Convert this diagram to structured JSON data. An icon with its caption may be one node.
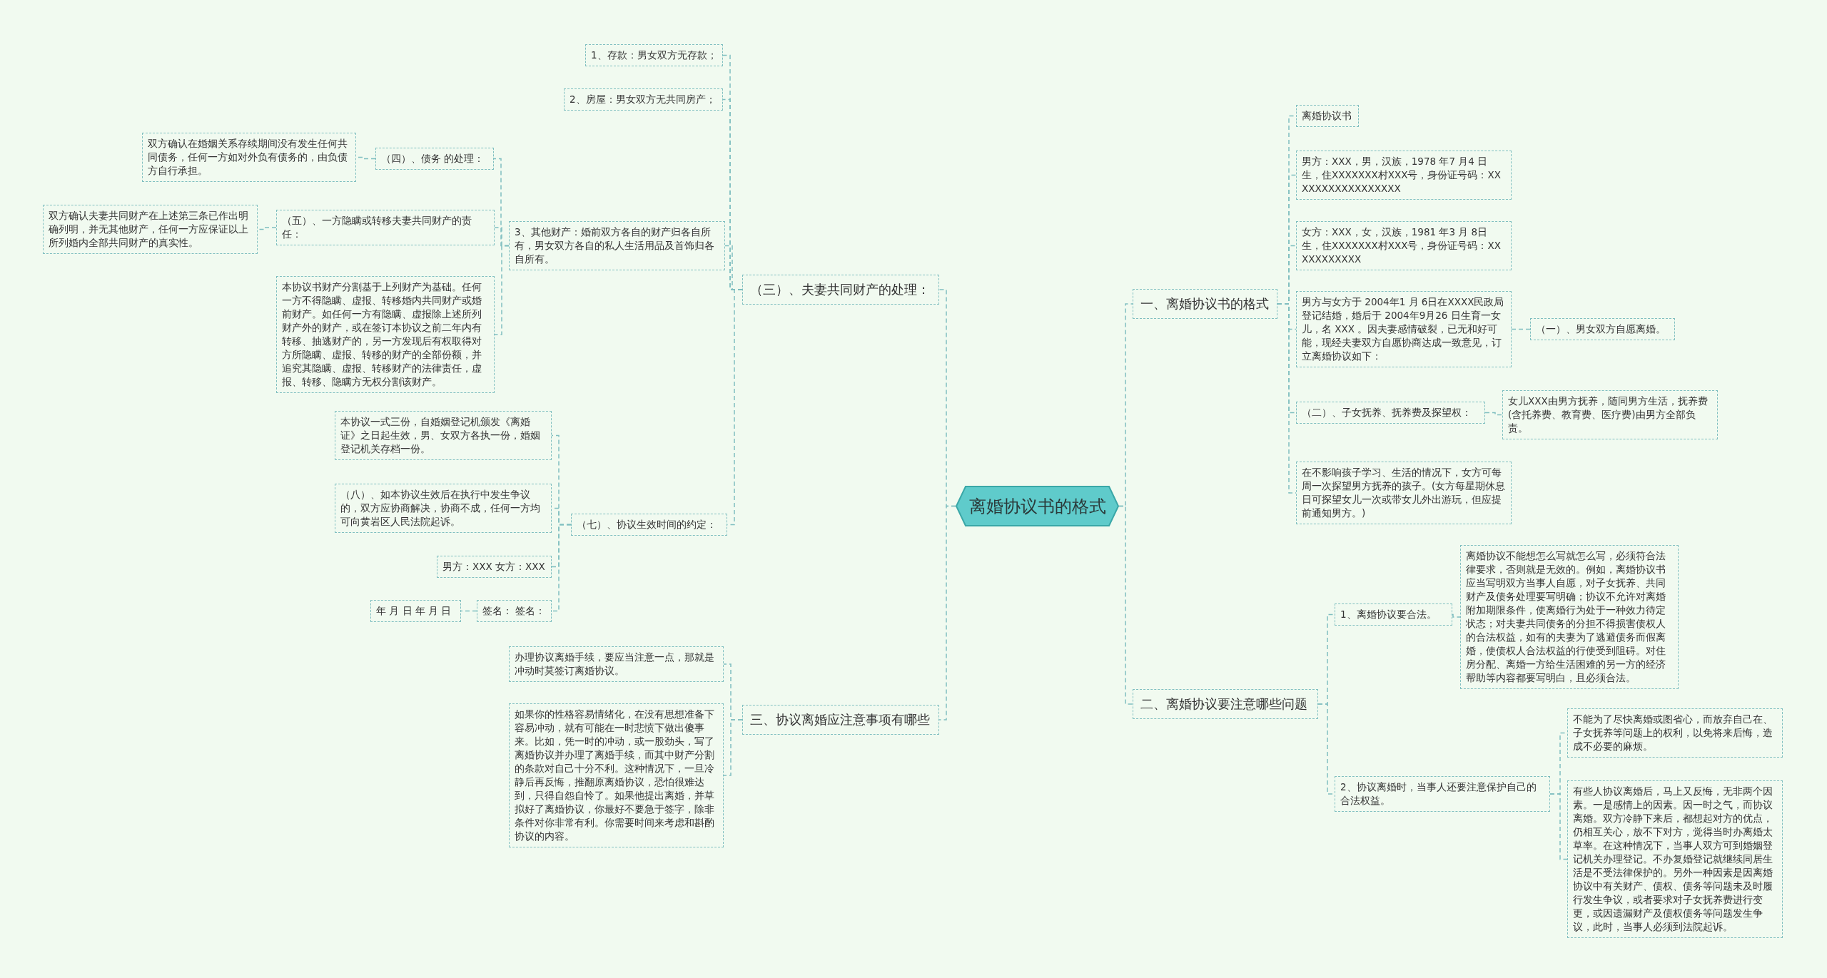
{
  "diagram": {
    "nodes": [
      {
        "text": [
          "离婚协议书的格式"
        ]
      },
      {
        "text": [
          "（三）、夫妻共同财产的处理："
        ]
      },
      {
        "text": [
          "1、存款：男女双方无存款；"
        ]
      },
      {
        "text": [
          "2、房屋：男女双方无共同房产；"
        ]
      },
      {
        "text": [
          "3、其他财产：婚前双方各自的财产归各自所有，男女双方各自的私人生活用品及首饰归各自所有。"
        ]
      },
      {
        "text": [
          "（四）、债务 的处理："
        ]
      },
      {
        "text": [
          "双方确认在婚姻关系存续期间没有发生任何共同债务，任何一方如对外负有债务的，由负债方自行承担。"
        ]
      },
      {
        "text": [
          "（五）、一方隐瞒或转移夫妻共同财产的责任："
        ]
      },
      {
        "text": [
          "双方确认夫妻共同财产在上述第三条已作出明确列明，并无其他财产，任何一方应保证以上所列婚内全部共同财产的真实性。"
        ]
      },
      {
        "text": [
          "本协议书财产分割基于上列财产为基础。任何一方不得隐瞒、虚报、转移婚内共同财产或婚前财产。如任何一方有隐瞒、虚报除上述所列财产外的财产，或在签订本协议之前二年内有转移、抽逃财产的，另一方发现后有权取得对方所隐瞒、虚报、转移的财产的全部份额，并追究其隐瞒、虚报、转移财产的法律责任，虚报、转移、隐瞒方无权分割该财产。"
        ]
      },
      {
        "text": [
          "（七）、协议生效时间的约定："
        ]
      },
      {
        "text": [
          "本协议一式三份，自婚姻登记机颁发《离婚证》之日起生效，男、女双方各执一份，婚姻登记机关存档一份。"
        ]
      },
      {
        "text": [
          "（八）、如本协议生效后在执行中发生争议的，双方应协商解决，协商不成，任何一方均可向黄岩区人民法院起诉。"
        ]
      },
      {
        "text": [
          "男方：XXX 女方：XXX"
        ]
      },
      {
        "text": [
          "签名： 签名："
        ]
      },
      {
        "text": [
          "年 月 日 年 月 日"
        ]
      },
      {
        "text": [
          "三、协议离婚应注意事项有哪些"
        ]
      },
      {
        "text": [
          "办理协议离婚手续，要应当注意一点，那就是冲动时莫签订离婚协议。"
        ]
      },
      {
        "text": [
          "如果你的性格容易情绪化，在没有思想准备下容易冲动，就有可能在一时悲愤下做出傻事来。比如，凭一时的冲动，或一股劲头，写了离婚协议并办理了离婚手续，而其中财产分割的条款对自己十分不利。这种情况下，一旦冷静后再反悔，推翻原离婚协议，恐怕很难达到，只得自怨自怜了。如果他提出离婚，并草拟好了离婚协议，你最好不要急于签字，除非条件对你非常有利。你需要时间来考虑和斟酌协议的内容。"
        ]
      },
      {
        "text": [
          "一、离婚协议书的格式"
        ]
      },
      {
        "text": [
          "离婚协议书"
        ]
      },
      {
        "text": [
          "男方：XXX，男，汉族，1978 年7 月4 日生，住XXXXXXX村XXX号，身份证号码：XXXXXXXXXXXXXXXXX"
        ]
      },
      {
        "text": [
          "女方：XXX，女，汉族，1981 年3 月 8日生，住XXXXXXX村XXX号，身份证号码：XXXXXXXXXXX"
        ]
      },
      {
        "text": [
          "男方与女方于 2004年1 月 6日在XXXX民政局登记结婚，婚后于 2004年9月26 日生育一女儿，名 XXX 。因夫妻感情破裂，已无和好可能，现经夫妻双方自愿协商达成一致意见，订立离婚协议如下："
        ]
      },
      {
        "text": [
          "（一）、男女双方自愿离婚。"
        ]
      },
      {
        "text": [
          "（二）、子女抚养、抚养费及探望权："
        ]
      },
      {
        "text": [
          "女儿XXX由男方抚养，随同男方生活，抚养费(含托养费、教育费、医疗费)由男方全部负责。"
        ]
      },
      {
        "text": [
          "在不影响孩子学习、生活的情况下，女方可每周一次探望男方抚养的孩子。(女方每星期休息日可探望女儿一次或带女儿外出游玩，但应提前通知男方。)"
        ]
      },
      {
        "text": [
          "二、离婚协议要注意哪些问题"
        ]
      },
      {
        "text": [
          "1、离婚协议要合法。"
        ]
      },
      {
        "text": [
          "离婚协议不能想怎么写就怎么写，必须符合法律要求，否则就是无效的。例如，离婚协议书应当写明双方当事人自愿，对子女抚养、共同财产及债务处理要写明确；协议不允许对离婚附加期限条件，使离婚行为处于一种效力待定状态；对夫妻共同债务的分担不得损害债权人的合法权益，如有的夫妻为了逃避债务而假离婚，使债权人合法权益的行使受到阻碍。对住房分配、离婚一方给生活困难的另一方的经济帮助等内容都要写明白，且必须合法。"
        ]
      },
      {
        "text": [
          "2、协议离婚时，当事人还要注意保护自己的合法权益。"
        ]
      },
      {
        "text": [
          "不能为了尽快离婚或图省心，而放弃自己在、子女抚养等问题上的权利，以免将来后悔，造成不必要的麻烦。"
        ]
      },
      {
        "text": [
          "有些人协议离婚后，马上又反悔，无非两个因素。一是感情上的因素。因一时之气，而协议离婚。双方冷静下来后，都想起对方的优点，仍相互关心，放不下对方，觉得当时办离婚太草率。在这种情况下，当事人双方可到婚姻登记机关办理登记。不办复婚登记就继续同居生活是不受法律保护的。另外一种因素是因离婚协议中有关财产、债权、债务等问题未及时履行发生争议，或者要求对子女抚养费进行变更，或因遗漏财产及债权债务等问题发生争议，此时，当事人必须到法院起诉。"
        ]
      }
    ],
    "edges": [
      {
        "from": 0,
        "to": 1,
        "arrow": "none"
      },
      {
        "from": 1,
        "to": 2,
        "arrow": "none"
      },
      {
        "from": 1,
        "to": 3,
        "arrow": "none"
      },
      {
        "from": 1,
        "to": 4,
        "arrow": "none"
      },
      {
        "from": 4,
        "to": 5,
        "arrow": "none"
      },
      {
        "from": 5,
        "to": 6,
        "arrow": "none"
      },
      {
        "from": 4,
        "to": 7,
        "arrow": "none"
      },
      {
        "from": 7,
        "to": 8,
        "arrow": "none"
      },
      {
        "from": 4,
        "to": 9,
        "arrow": "none"
      },
      {
        "from": 1,
        "to": 10,
        "arrow": "none"
      },
      {
        "from": 10,
        "to": 11,
        "arrow": "none"
      },
      {
        "from": 10,
        "to": 12,
        "arrow": "none"
      },
      {
        "from": 10,
        "to": 13,
        "arrow": "none"
      },
      {
        "from": 10,
        "to": 14,
        "arrow": "none"
      },
      {
        "from": 14,
        "to": 15,
        "arrow": "none"
      },
      {
        "from": 0,
        "to": 16,
        "arrow": "none"
      },
      {
        "from": 16,
        "to": 17,
        "arrow": "none"
      },
      {
        "from": 16,
        "to": 18,
        "arrow": "none"
      },
      {
        "from": 0,
        "to": 19,
        "arrow": "none"
      },
      {
        "from": 19,
        "to": 20,
        "arrow": "none"
      },
      {
        "from": 19,
        "to": 21,
        "arrow": "none"
      },
      {
        "from": 19,
        "to": 22,
        "arrow": "none"
      },
      {
        "from": 19,
        "to": 23,
        "arrow": "none"
      },
      {
        "from": 23,
        "to": 24,
        "arrow": "none"
      },
      {
        "from": 19,
        "to": 25,
        "arrow": "none"
      },
      {
        "from": 25,
        "to": 26,
        "arrow": "none"
      },
      {
        "from": 19,
        "to": 27,
        "arrow": "none"
      },
      {
        "from": 0,
        "to": 28,
        "arrow": "none"
      },
      {
        "from": 28,
        "to": 29,
        "arrow": "none"
      },
      {
        "from": 29,
        "to": 30,
        "arrow": "none"
      },
      {
        "from": 28,
        "to": 31,
        "arrow": "none"
      },
      {
        "from": 31,
        "to": 32,
        "arrow": "none"
      },
      {
        "from": 31,
        "to": 33,
        "arrow": "none"
      }
    ]
  }
}
